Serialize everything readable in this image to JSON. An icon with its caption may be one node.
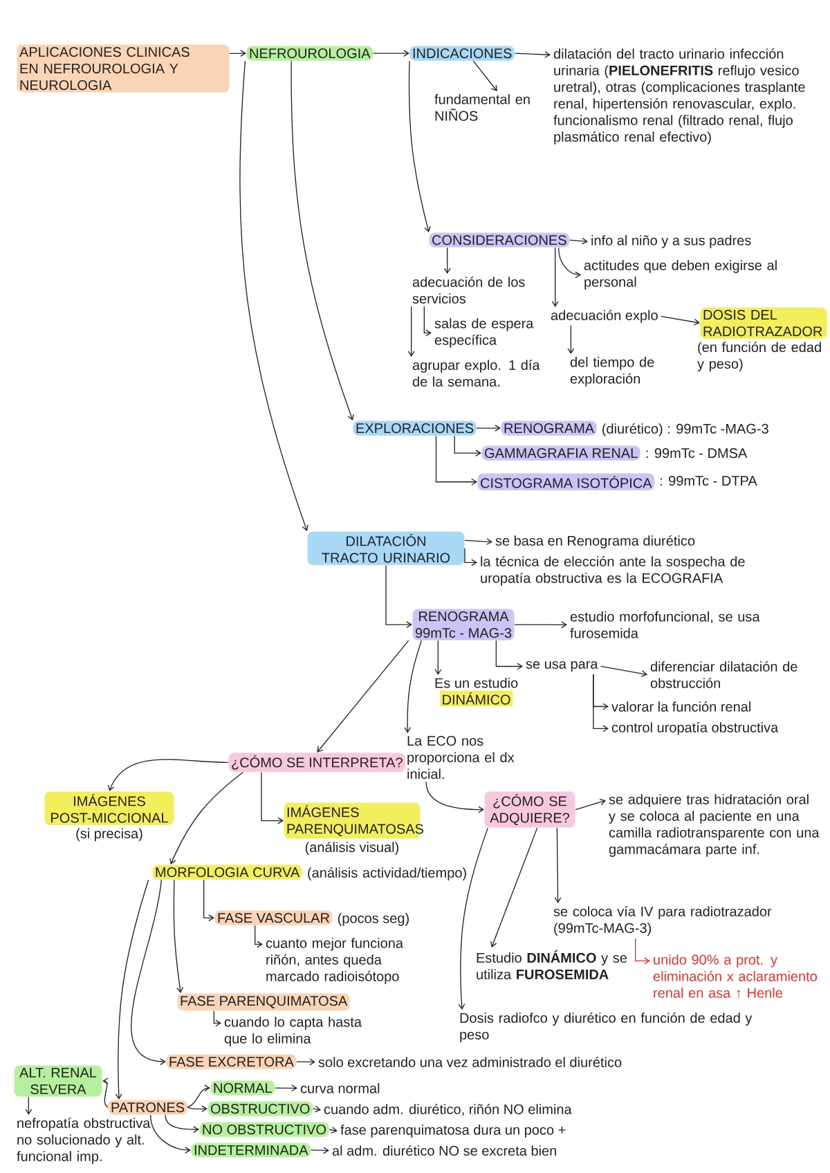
{
  "diagram": {
    "nodes": [
      {
        "text": [
          "APLICACIONES CLINICAS EN NEFROUROLOGIA Y NEUROLOGIA"
        ]
      },
      {
        "text": [
          "NEFROUROLOGIA"
        ]
      },
      {
        "text": [
          "INDICACIONES"
        ]
      },
      {
        "text": [
          "dilatación del tracto urinario infección urinaria (**PIELONEFRITIS** reflujo vesico uretral), otras (complicaciones trasplante renal, hipertensión renovascular, explo. funcionalismo renal (filtrado renal, flujo plasmático renal efectivo)"
        ]
      },
      {
        "text": [
          "fundamental en NIÑOS"
        ]
      },
      {
        "text": [
          "CONSIDERACIONES"
        ]
      },
      {
        "text": [
          "info al niño y a sus padres"
        ]
      },
      {
        "text": [
          "actitudes que deben exigirse al personal"
        ]
      },
      {
        "text": [
          "adecuación de los servicios"
        ]
      },
      {
        "text": [
          "salas de espera específica"
        ]
      },
      {
        "text": [
          "agrupar explo. 1 día de la semana."
        ]
      },
      {
        "text": [
          "adecuación explo"
        ]
      },
      {
        "text": [
          "DOSIS DEL RADIOTRAZADOR"
        ],
        "beside": [
          "(en función de edad y peso)"
        ]
      },
      {
        "text": [
          "del tiempo de exploración"
        ]
      },
      {
        "text": [
          "EXPLORACIONES"
        ]
      },
      {
        "text": [
          "RENOGRAMA"
        ],
        "beside": [
          "(diurético) : 99mTc -MAG-3"
        ]
      },
      {
        "text": [
          "GAMMAGRAFIA RENAL"
        ],
        "beside": [
          ": 99mTc - DMSA"
        ]
      },
      {
        "text": [
          "CISTOGRAMA ISOTÓPICA"
        ],
        "beside": [
          ": 99mTc - DTPA"
        ]
      },
      {
        "text": [
          "DILATACIÓN TRACTO URINARIO"
        ]
      },
      {
        "text": [
          "se basa en Renograma diurético"
        ]
      },
      {
        "text": [
          "la técnica de elección ante la sospecha de uropatía obstructiva es la ECOGRAFIA"
        ]
      },
      {
        "text": [
          "RENOGRAMA",
          "99mTc - MAG-3"
        ]
      },
      {
        "text": [
          "estudio morfofuncional, se usa furosemida"
        ]
      },
      {
        "text": [
          "se usa para"
        ]
      },
      {
        "text": [
          "diferenciar dilatación de obstrucción"
        ]
      },
      {
        "text": [
          "valorar la función renal"
        ]
      },
      {
        "text": [
          "control uropatía obstructiva"
        ]
      },
      {
        "text": [
          "Es un estudio",
          "DINÁMICO"
        ]
      },
      {
        "text": [
          "La ECO nos proporciona el dx inicial."
        ]
      },
      {
        "text": [
          "¿CÓMO SE INTERPRETA?"
        ]
      },
      {
        "text": [
          "IMÁGENES POST-MICCIONAL"
        ],
        "beside": [
          "(si precisa)"
        ]
      },
      {
        "text": [
          "IMÁGENES PARENQUIMATOSAS"
        ],
        "beside": [
          "(análisis visual)"
        ]
      },
      {
        "text": [
          "MORFOLOGIA CURVA"
        ],
        "beside": [
          "(análisis actividad/tiempo)"
        ]
      },
      {
        "text": [
          "¿CÓMO SE ADQUIERE?"
        ]
      },
      {
        "text": [
          "se adquiere tras hidratación oral y se coloca al paciente en una camilla radiotransparente con una gammacámara parte inf."
        ]
      },
      {
        "text": [
          "se coloca vía IV para radiotrazador (99mTc-MAG-3)"
        ]
      },
      {
        "text": [
          "unido 90% a prot. y eliminación x aclaramiento renal en asa ↑ Henle"
        ]
      },
      {
        "text": [
          "Estudio **DINÁMICO** y se utiliza **FUROSEMIDA**"
        ]
      },
      {
        "text": [
          "Dosis radiofco y diurético en función de edad y peso"
        ]
      },
      {
        "text": [
          "FASE VASCULAR"
        ],
        "beside": [
          "(pocos seg)"
        ]
      },
      {
        "text": [
          "cuanto mejor funciona riñón, antes queda marcado radioisótopo"
        ]
      },
      {
        "text": [
          "FASE PARENQUIMATOSA"
        ]
      },
      {
        "text": [
          "cuando lo capta hasta que lo elimina"
        ]
      },
      {
        "text": [
          "FASE EXCRETORA"
        ]
      },
      {
        "text": [
          "solo excretando una vez administrado el diurético"
        ]
      },
      {
        "text": [
          "PATRONES"
        ]
      },
      {
        "text": [
          "ALT. RENAL SEVERA"
        ]
      },
      {
        "text": [
          "nefropatía obstructiva no solucionado y alt. funcional imp."
        ]
      },
      {
        "text": [
          "NORMAL"
        ]
      },
      {
        "text": [
          "curva normal"
        ]
      },
      {
        "text": [
          "OBSTRUCTIVO"
        ]
      },
      {
        "text": [
          "cuando adm. diurético, riñón NO elimina"
        ]
      },
      {
        "text": [
          "NO OBSTRUCTIVO"
        ]
      },
      {
        "text": [
          "fase parenquimatosa dura un poco +"
        ]
      },
      {
        "text": [
          "INDETERMINADA"
        ]
      },
      {
        "text": [
          "al adm. diurético NO se excreta bien"
        ]
      }
    ],
    "edges": [
      {
        "from": 0,
        "to": 1,
        "arrow": "to"
      },
      {
        "from": 1,
        "to": 2,
        "arrow": "to"
      },
      {
        "from": 2,
        "to": 3,
        "arrow": "to"
      },
      {
        "from": 2,
        "to": 4,
        "arrow": "to"
      },
      {
        "from": 2,
        "to": 5,
        "arrow": "to"
      },
      {
        "from": 5,
        "to": 6,
        "arrow": "to"
      },
      {
        "from": 5,
        "to": 7,
        "arrow": "to"
      },
      {
        "from": 5,
        "to": 8,
        "arrow": "to"
      },
      {
        "from": 8,
        "to": 9,
        "arrow": "to"
      },
      {
        "from": 8,
        "to": 10,
        "arrow": "to"
      },
      {
        "from": 5,
        "to": 11,
        "arrow": "to"
      },
      {
        "from": 11,
        "to": 12,
        "arrow": "to"
      },
      {
        "from": 11,
        "to": 13,
        "arrow": "to"
      },
      {
        "from": 1,
        "to": 14,
        "arrow": "to"
      },
      {
        "from": 1,
        "to": 18,
        "arrow": "to"
      },
      {
        "from": 14,
        "to": 15,
        "arrow": "to"
      },
      {
        "from": 14,
        "to": 16,
        "arrow": "to"
      },
      {
        "from": 14,
        "to": 17,
        "arrow": "to"
      },
      {
        "from": 18,
        "to": 19,
        "arrow": "to"
      },
      {
        "from": 18,
        "to": 20,
        "arrow": "to"
      },
      {
        "from": 18,
        "to": 21,
        "arrow": "to"
      },
      {
        "from": 21,
        "to": 22,
        "arrow": "to"
      },
      {
        "from": 21,
        "to": 23,
        "arrow": "to"
      },
      {
        "from": 23,
        "to": 24,
        "arrow": "to"
      },
      {
        "from": 23,
        "to": 25,
        "arrow": "to"
      },
      {
        "from": 23,
        "to": 26,
        "arrow": "to"
      },
      {
        "from": 21,
        "to": 27,
        "arrow": "to"
      },
      {
        "from": 21,
        "to": 28,
        "arrow": "to"
      },
      {
        "from": 21,
        "to": 29,
        "arrow": "to"
      },
      {
        "from": 28,
        "to": 33,
        "arrow": "to"
      },
      {
        "from": 29,
        "to": 30,
        "arrow": "to"
      },
      {
        "from": 29,
        "to": 31,
        "arrow": "to"
      },
      {
        "from": 29,
        "to": 32,
        "arrow": "to"
      },
      {
        "from": 33,
        "to": 34,
        "arrow": "to"
      },
      {
        "from": 33,
        "to": 35,
        "arrow": "to"
      },
      {
        "from": 33,
        "to": 37,
        "arrow": "to"
      },
      {
        "from": 33,
        "to": 38,
        "arrow": "to"
      },
      {
        "from": 35,
        "to": 36,
        "arrow": "to",
        "color": "#e8332a"
      },
      {
        "from": 32,
        "to": 39,
        "arrow": "to"
      },
      {
        "from": 39,
        "to": 40,
        "arrow": "to"
      },
      {
        "from": 32,
        "to": 41,
        "arrow": "to"
      },
      {
        "from": 41,
        "to": 42,
        "arrow": "to"
      },
      {
        "from": 32,
        "to": 43,
        "arrow": "to"
      },
      {
        "from": 43,
        "to": 44,
        "arrow": "to"
      },
      {
        "from": 32,
        "to": 45,
        "arrow": "to"
      },
      {
        "from": 45,
        "to": 46,
        "arrow": "to"
      },
      {
        "from": 46,
        "to": 47,
        "arrow": "to"
      },
      {
        "from": 45,
        "to": 48,
        "arrow": "to"
      },
      {
        "from": 45,
        "to": 50,
        "arrow": "to"
      },
      {
        "from": 45,
        "to": 52,
        "arrow": "to"
      },
      {
        "from": 45,
        "to": 54,
        "arrow": "to"
      },
      {
        "from": 48,
        "to": 49,
        "arrow": "to"
      },
      {
        "from": 50,
        "to": 51,
        "arrow": "to"
      },
      {
        "from": 52,
        "to": 53,
        "arrow": "to"
      },
      {
        "from": 54,
        "to": 55,
        "arrow": "to"
      }
    ]
  }
}
